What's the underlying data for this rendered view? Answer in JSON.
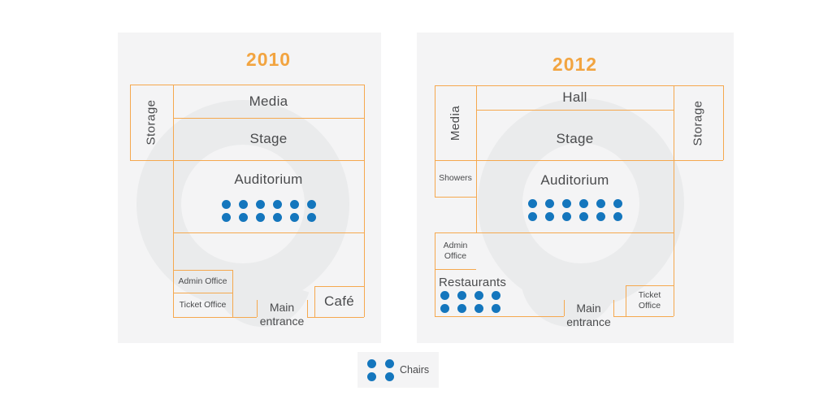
{
  "colors": {
    "panel_bg": "#f4f4f5",
    "wall": "#f5a84e",
    "title": "#f2a440",
    "room_text": "#4a4b4d",
    "chair": "#1476bd",
    "watermark": "#eaebec"
  },
  "plans": [
    {
      "year": "2010",
      "rooms": {
        "storage": "Storage",
        "media": "Media",
        "stage": "Stage",
        "auditorium": "Auditorium",
        "admin_office": "Admin Office",
        "ticket_office": "Ticket Office",
        "cafe": "Café",
        "main_entrance_line1": "Main",
        "main_entrance_line2": "entrance"
      },
      "auditorium_chairs": {
        "rows": 2,
        "cols": 6
      }
    },
    {
      "year": "2012",
      "rooms": {
        "media": "Media",
        "hall": "Hall",
        "stage": "Stage",
        "storage": "Storage",
        "showers": "Showers",
        "auditorium": "Auditorium",
        "admin_office_line1": "Admin",
        "admin_office_line2": "Office",
        "restaurants": "Restaurants",
        "ticket_office_line1": "Ticket",
        "ticket_office_line2": "Office",
        "main_entrance_line1": "Main",
        "main_entrance_line2": "entrance"
      },
      "auditorium_chairs": {
        "rows": 2,
        "cols": 6
      },
      "restaurant_chairs": {
        "rows": 2,
        "cols": 4
      }
    }
  ],
  "legend": {
    "label": "Chairs",
    "chairs": {
      "rows": 2,
      "cols": 2
    }
  }
}
